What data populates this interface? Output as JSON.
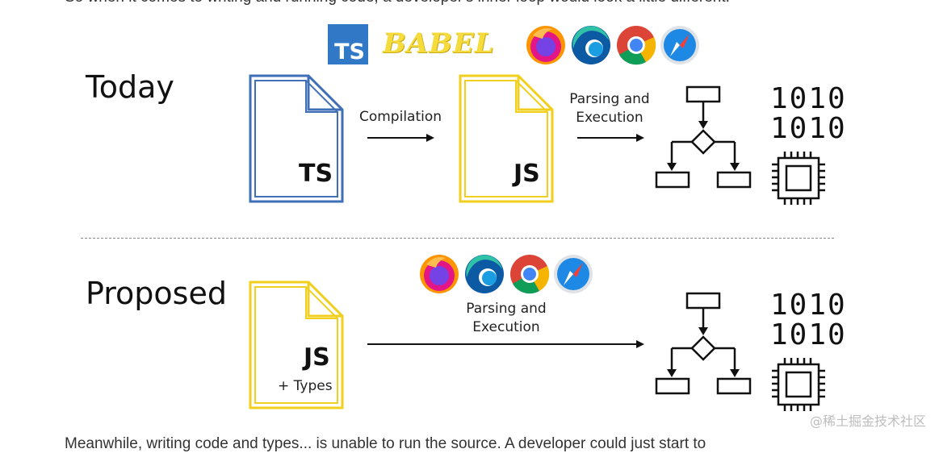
{
  "top_text": "So when it comes to writing and running code, a developer's inner loop would look a little different:",
  "bottom_text": "Meanwhile, writing code and types... is unable to run the source. A developer could just start to",
  "rows": {
    "today": {
      "label": "Today",
      "source_doc": "TS",
      "step1_label_line1": "Compilation",
      "compiled_doc": "JS",
      "step2_label_line1": "Parsing and",
      "step2_label_line2": "Execution",
      "binary_line1": "1010",
      "binary_line2": "1010"
    },
    "proposed": {
      "label": "Proposed",
      "source_doc": "JS",
      "source_doc_sub": "+ Types",
      "step_label_line1": "Parsing and",
      "step_label_line2": "Execution",
      "binary_line1": "1010",
      "binary_line2": "1010"
    }
  },
  "logos": {
    "typescript_text": "TS",
    "babel_text": "BABEL",
    "browsers": [
      "firefox-icon",
      "edge-icon",
      "chrome-icon",
      "safari-icon"
    ]
  },
  "colors": {
    "ts_blue": "#3f6fb6",
    "js_yellow": "#f2cf1d",
    "ts_logo_bg": "#3178c6"
  },
  "watermark": "@稀土掘金技术社区"
}
